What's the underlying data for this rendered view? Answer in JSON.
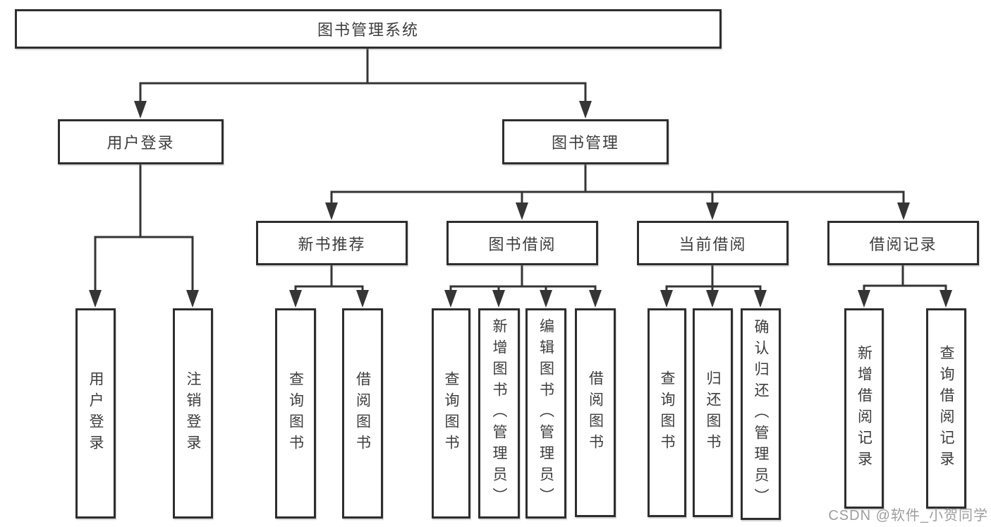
{
  "diagram": {
    "title": "图书管理系统",
    "watermark": "CSDN @软件_小贺同学",
    "colors": {
      "background": "#ffffff",
      "box_border": "#2e2e2e",
      "connector_line": "#353535",
      "text": "#3d3d3d",
      "watermark_text": "#9e9e9e"
    },
    "nodes": [
      {
        "id": "root",
        "label": "图书管理系统",
        "parent": null,
        "level": 1
      },
      {
        "id": "user-login",
        "label": "用户登录",
        "parent": "root",
        "level": 2
      },
      {
        "id": "book-mgmt",
        "label": "图书管理",
        "parent": "root",
        "level": 2
      },
      {
        "id": "new-book-recommend",
        "label": "新书推荐",
        "parent": "book-mgmt",
        "level": 3
      },
      {
        "id": "book-borrow",
        "label": "图书借阅",
        "parent": "book-mgmt",
        "level": 3
      },
      {
        "id": "current-borrow",
        "label": "当前借阅",
        "parent": "book-mgmt",
        "level": 3
      },
      {
        "id": "borrow-records",
        "label": "借阅记录",
        "parent": "book-mgmt",
        "level": 3
      },
      {
        "id": "leaf-user-login",
        "label": "用户登录",
        "parent": "user-login",
        "level": 4
      },
      {
        "id": "leaf-logout",
        "label": "注销登录",
        "parent": "user-login",
        "level": 4
      },
      {
        "id": "nb-query-book",
        "label": "查询图书",
        "parent": "new-book-recommend",
        "level": 4
      },
      {
        "id": "nb-borrow-book",
        "label": "借阅图书",
        "parent": "new-book-recommend",
        "level": 4
      },
      {
        "id": "bb-query-book",
        "label": "查询图书",
        "parent": "book-borrow",
        "level": 4
      },
      {
        "id": "bb-add-book",
        "label": "新增图书（管理员）",
        "parent": "book-borrow",
        "level": 4
      },
      {
        "id": "bb-edit-book",
        "label": "编辑图书（管理员）",
        "parent": "book-borrow",
        "level": 4
      },
      {
        "id": "bb-borrow-book",
        "label": "借阅图书",
        "parent": "book-borrow",
        "level": 4
      },
      {
        "id": "cb-query-book",
        "label": "查询图书",
        "parent": "current-borrow",
        "level": 4
      },
      {
        "id": "cb-return-book",
        "label": "归还图书",
        "parent": "current-borrow",
        "level": 4
      },
      {
        "id": "cb-confirm-return",
        "label": "确认归还（管理员）",
        "parent": "current-borrow",
        "level": 4
      },
      {
        "id": "br-add-record",
        "label": "新增借阅记录",
        "parent": "borrow-records",
        "level": 4
      },
      {
        "id": "br-query-record",
        "label": "查询借阅记录",
        "parent": "borrow-records",
        "level": 4
      }
    ]
  }
}
